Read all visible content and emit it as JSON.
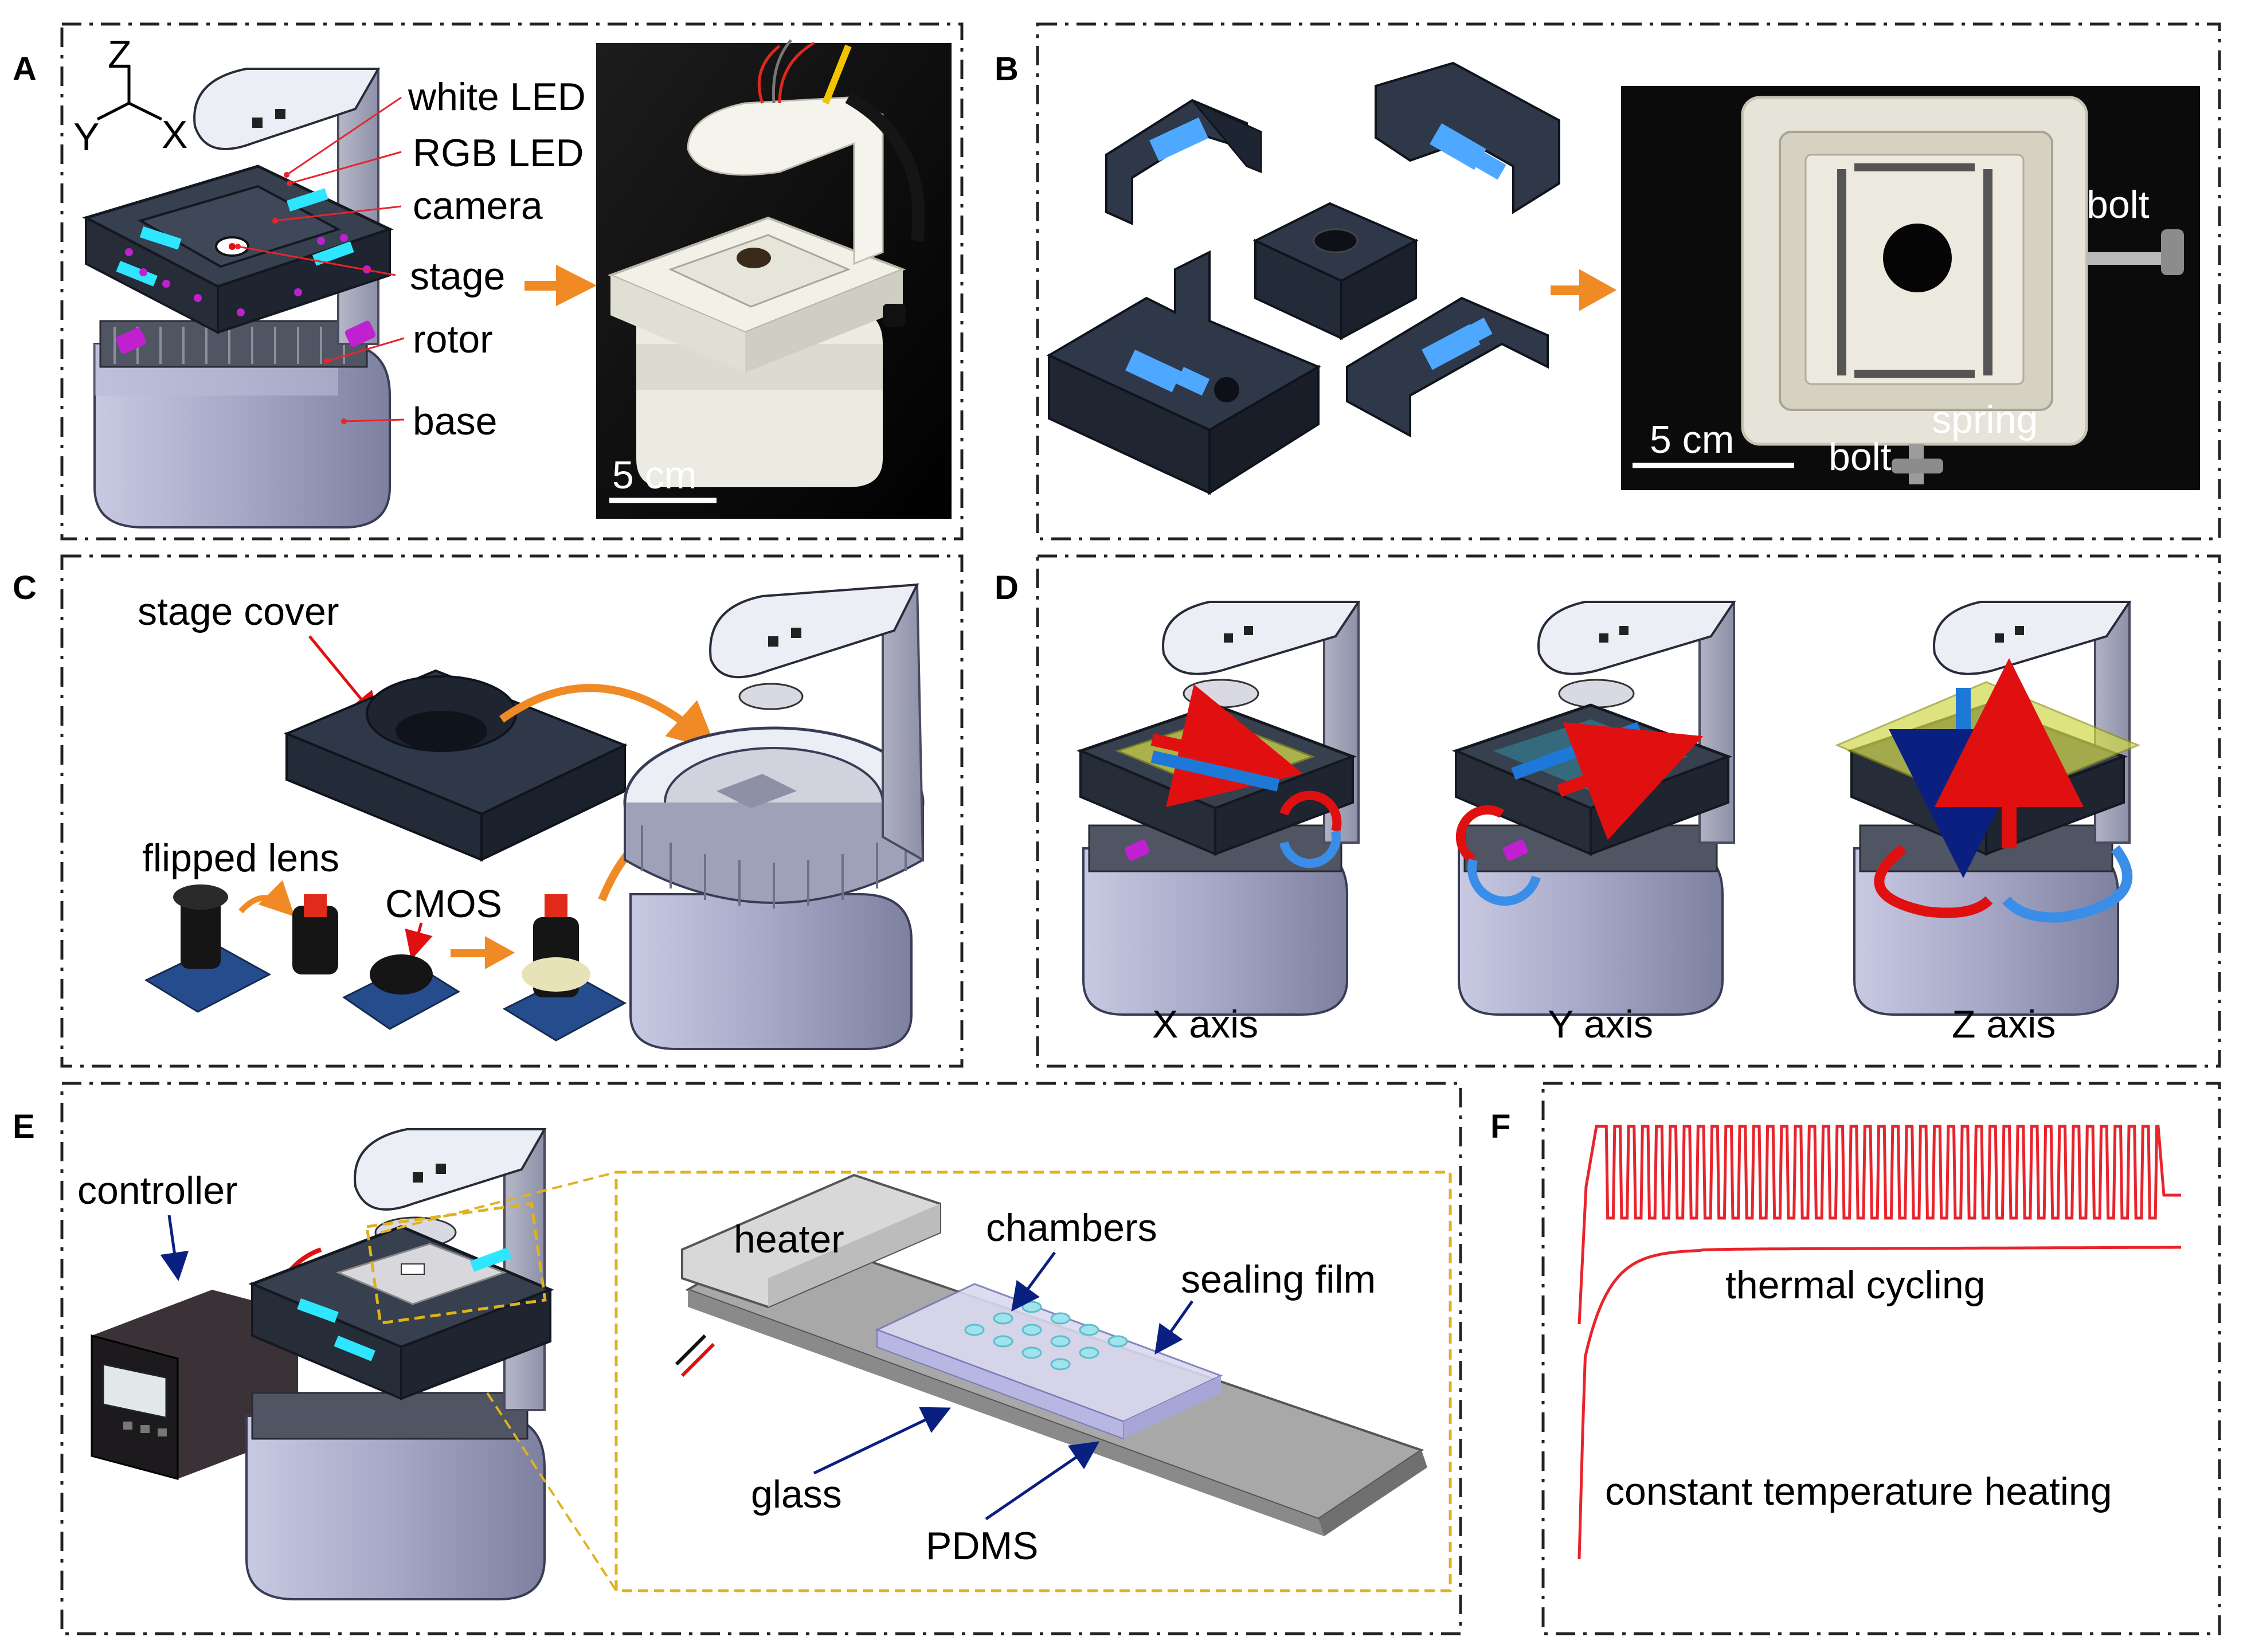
{
  "panels": {
    "a": {
      "letter": "A",
      "axes": {
        "z": "Z",
        "y": "Y",
        "x": "X"
      },
      "callouts": [
        "white LED",
        "RGB LED",
        "camera",
        "stage",
        "rotor",
        "base"
      ],
      "scale": "5 cm"
    },
    "b": {
      "letter": "B",
      "callouts": [
        "bolt",
        "spring",
        "bolt"
      ],
      "scale": "5 cm"
    },
    "c": {
      "letter": "C",
      "callouts": [
        "stage cover",
        "flipped lens",
        "CMOS"
      ]
    },
    "d": {
      "letter": "D",
      "axes": [
        "X axis",
        "Y axis",
        "Z axis"
      ]
    },
    "e": {
      "letter": "E",
      "callouts": [
        "controller",
        "heater",
        "chambers",
        "sealing film",
        "glass",
        "PDMS"
      ]
    },
    "f": {
      "letter": "F",
      "curves": [
        "thermal cycling",
        "constant temperature heating"
      ]
    }
  },
  "colors": {
    "dark_blue": "#2a3340",
    "cyan": "#2ee6ff",
    "magenta": "#c020d0",
    "orange": "#f08a24",
    "red_curve": "#e8242c",
    "gold_dash": "#e0b21e",
    "navy_arrow": "#0a2080",
    "base_gray": "#a8a9c8"
  }
}
